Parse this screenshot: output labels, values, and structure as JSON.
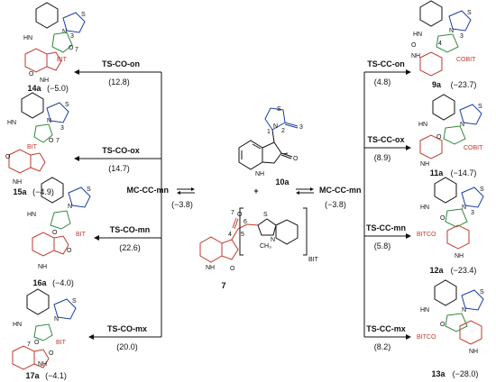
{
  "center": {
    "reactant_label": "10a",
    "plus": "+",
    "reagent_label": "7",
    "bit_sub": "BIT",
    "left_mc_label": "MC-CC-mn",
    "left_mc_energy": "(−3.8)",
    "right_mc_label": "MC-CC-mn",
    "right_mc_energy": "(−3.8)",
    "atom_labels": {
      "s": "S",
      "n1": "N",
      "c2": "2",
      "c3": "3",
      "one": "1",
      "nh": "NH",
      "o": "O",
      "seven": "7",
      "six": "6",
      "five": "5",
      "four": "4",
      "ch3": "CH₃",
      "n_b": "N",
      "s_b": "S",
      "o_bh": "O"
    }
  },
  "left_branches": [
    {
      "ts": "TS-CO-on",
      "ts_energy": "(12.8)",
      "product": "14a",
      "product_energy": "(−5.0)"
    },
    {
      "ts": "TS-CO-ox",
      "ts_energy": "(14.7)",
      "product": "15a",
      "product_energy": "(−4.9)"
    },
    {
      "ts": "TS-CO-mn",
      "ts_energy": "(22.6)",
      "product": "16a",
      "product_energy": "(−4.0)"
    },
    {
      "ts": "TS-CO-mx",
      "ts_energy": "(20.0)",
      "product": "17a",
      "product_energy": "(−4.1)"
    }
  ],
  "right_branches": [
    {
      "ts": "TS-CC-on",
      "ts_energy": "(4.8)",
      "product": "9a",
      "product_energy": "(−23.7)"
    },
    {
      "ts": "TS-CC-ox",
      "ts_energy": "(8.9)",
      "product": "11a",
      "product_energy": "(−14.7)"
    },
    {
      "ts": "TS-CC-mn",
      "ts_energy": "(5.8)",
      "product": "12a",
      "product_energy": "(−23.4)"
    },
    {
      "ts": "TS-CC-mx",
      "ts_energy": "(8.2)",
      "product": "13a",
      "product_energy": "(−28.0)"
    }
  ],
  "structure_labels": {
    "hn": "HN",
    "nh": "NH",
    "n": "N",
    "s": "S",
    "o": "O",
    "bit": "BIT",
    "cobit": "COBIT",
    "bitco": "BITCO",
    "three": "3",
    "four": "4",
    "seven": "7"
  }
}
